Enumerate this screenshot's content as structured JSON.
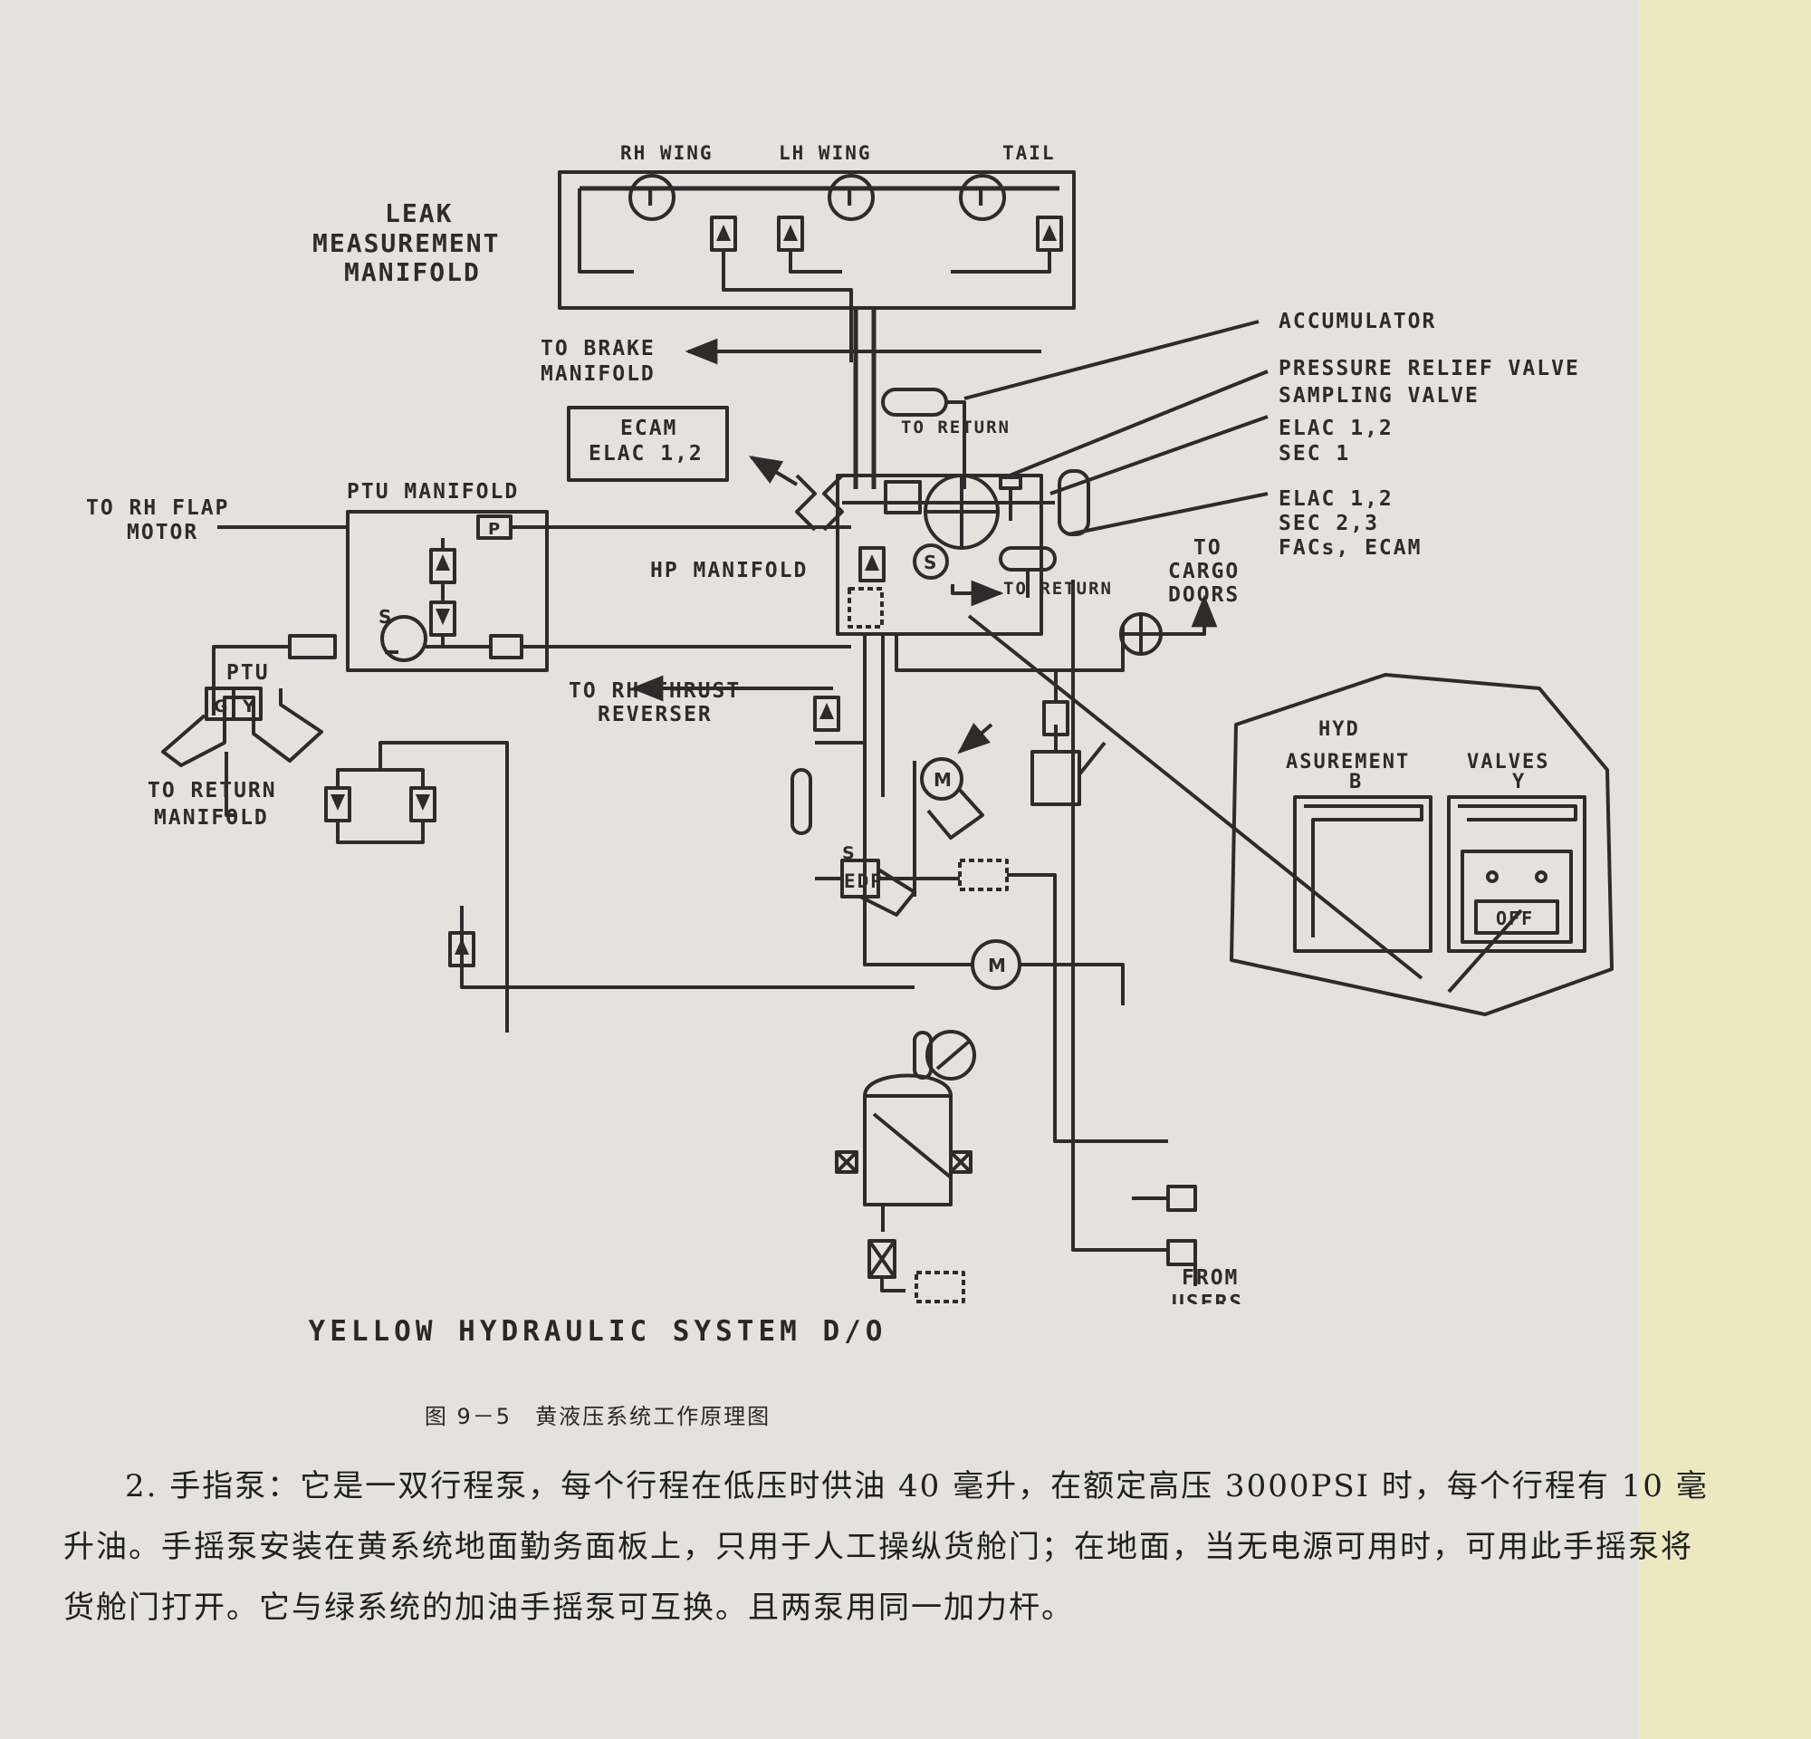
{
  "diagram": {
    "title": "YELLOW HYDRAULIC SYSTEM D/O",
    "labels": {
      "rh_wing": "RH WING",
      "lh_wing": "LH WING",
      "tail": "TAIL",
      "leak_1": "LEAK",
      "leak_2": "MEASUREMENT",
      "leak_3": "MANIFOLD",
      "accumulator": "ACCUMULATOR",
      "brake_1": "TO BRAKE",
      "brake_2": "MANIFOLD",
      "prv": "PRESSURE RELIEF VALVE",
      "sampling": "SAMPLING VALVE",
      "ecam_1": "ECAM",
      "ecam_2": "ELAC 1,2",
      "to_return_top": "TO RETURN",
      "elac1_1": "ELAC 1,2",
      "elac1_2": "SEC 1",
      "flap_1": "TO RH FLAP",
      "flap_2": "MOTOR",
      "ptu_manifold": "PTU MANIFOLD",
      "elac2_1": "ELAC 1,2",
      "elac2_2": "SEC 2,3",
      "elac2_3": "FACs, ECAM",
      "hp_manifold": "HP MANIFOLD",
      "to_return_mid": "TO RETURN",
      "cargo_1": "TO",
      "cargo_2": "CARGO",
      "cargo_3": "DOORS",
      "ptu": "PTU",
      "ptu_g": "G",
      "ptu_y": "Y",
      "thrust_1": "TO RH THRUST",
      "thrust_2": "REVERSER",
      "inset_1": "HYD",
      "inset_2": "ASUREMENT",
      "inset_3": "B",
      "inset_4": "VALVES",
      "inset_5": "Y",
      "inset_off": "OFF",
      "ret_man_1": "TO RETURN",
      "ret_man_2": "MANIFOLD",
      "edp": "EDP",
      "s_mark": "S",
      "from_1": "FROM",
      "from_2": "USERS",
      "m": "M",
      "s": "S",
      "p": "P",
      "i": "I"
    }
  },
  "figure_caption": "图 9－5　黄液压系统工作原理图",
  "paragraph": "2. 手指泵：它是一双行程泵，每个行程在低压时供油 40 毫升，在额定高压 3000PSI 时，每个行程有 10 毫升油。手摇泵安装在黄系统地面勤务面板上，只用于人工操纵货舱门；在地面，当无电源可用时，可用此手摇泵将货舱门打开。它与绿系统的加油手摇泵可互换。且两泵用同一加力杆。",
  "colors": {
    "ink": "#2e2b2b",
    "paper": "#e4e2dc",
    "edge_strip": "#ece9c0"
  }
}
